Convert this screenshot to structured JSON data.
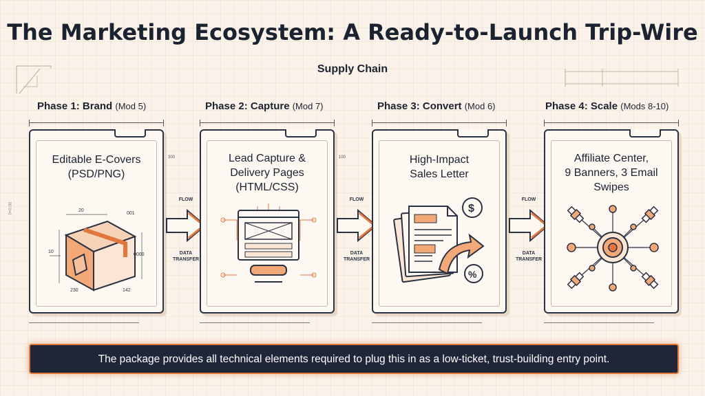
{
  "title": "The Marketing Ecosystem: A Ready-to-Launch Trip-Wire",
  "subtitle": "Supply Chain",
  "phases": [
    {
      "name": "Phase 1: Brand",
      "mod": "(Mod 5)",
      "label": "Editable E-Covers\n(PSD/PNG)",
      "icon": "box-icon"
    },
    {
      "name": "Phase 2: Capture",
      "mod": "(Mod 7)",
      "label": "Lead Capture &\nDelivery Pages\n(HTML/CSS)",
      "icon": "webpage-icon"
    },
    {
      "name": "Phase 3: Convert",
      "mod": "(Mod 6)",
      "label": "High-Impact\nSales Letter",
      "icon": "sales-letter-icon"
    },
    {
      "name": "Phase 4: Scale",
      "mod": "(Mods 8-10)",
      "label": "Affiliate Center,\n9 Banners, 3 Email\nSwipes",
      "icon": "network-hub-icon"
    }
  ],
  "connectors": [
    {
      "top": "FLOW",
      "bottom": "DATA\nTRANSFER"
    },
    {
      "top": "FLOW",
      "bottom": "DATA\nTRANSFER"
    },
    {
      "top": "FLOW",
      "bottom": "DATA\nTRANSFER"
    }
  ],
  "box_dims": {
    "a": "20",
    "b": "001",
    "c": "10",
    "d": "0000",
    "e": "230",
    "f": "142"
  },
  "dim_marks": {
    "card1": "300",
    "card2": "100",
    "side": "0+0.00"
  },
  "icon_symbols": {
    "dollar": "$",
    "percent": "%"
  },
  "banner": "The package provides all technical elements required to plug this in as a low-ticket, trust-building entry point.",
  "colors": {
    "accent": "#e2773d",
    "dark": "#1e2638",
    "background": "#fbf3ea"
  }
}
